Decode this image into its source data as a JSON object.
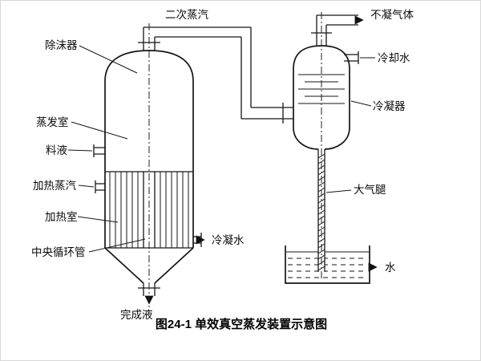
{
  "diagram": {
    "caption": "图24-1  单效真空蒸发装置示意图",
    "labels": {
      "secondary_vapor": "二次蒸汽",
      "noncondensable_gas": "不凝气体",
      "demister": "除沫器",
      "cooling_water": "冷却水",
      "evaporation_chamber": "蒸发室",
      "condenser": "冷凝器",
      "feed_liquid": "料液",
      "heating_steam": "加热蒸汽",
      "heating_chamber": "加热室",
      "barometric_leg": "大气腿",
      "central_circulation_tube": "中央循环管",
      "condensate_water": "冷凝水",
      "finished_liquid": "完成液",
      "water": "水"
    },
    "colors": {
      "line": "#161616",
      "background": "#ffffff"
    }
  }
}
